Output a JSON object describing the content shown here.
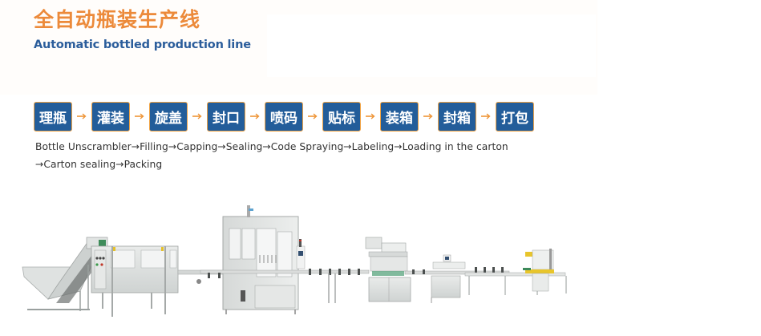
{
  "header": {
    "title_cn": "全自动瓶装生产线",
    "title_en": "Automatic bottled production line"
  },
  "colors": {
    "title_orange": "#ec8a3a",
    "title_blue": "#2b5d9b",
    "step_fill": "#235d9a",
    "step_border": "#f0a446",
    "arrow": "#ee9436"
  },
  "steps": [
    {
      "label": "理瓶"
    },
    {
      "label": "灌装"
    },
    {
      "label": "旋盖"
    },
    {
      "label": "封口"
    },
    {
      "label": "喷码"
    },
    {
      "label": "贴标"
    },
    {
      "label": "装箱"
    },
    {
      "label": "封箱"
    },
    {
      "label": "打包"
    }
  ],
  "description": {
    "line1": "Bottle Unscrambler→Filling→Capping→Sealing→Code Spraying→Labeling→Loading in the carton",
    "line2": "→Carton sealing→Packing"
  },
  "illustration": {
    "subject": "production-line-machinery",
    "machines": [
      "bottle-unscrambler",
      "filling-machine",
      "capping-machine",
      "labeling-machine",
      "conveyor",
      "carton-sealer"
    ]
  }
}
